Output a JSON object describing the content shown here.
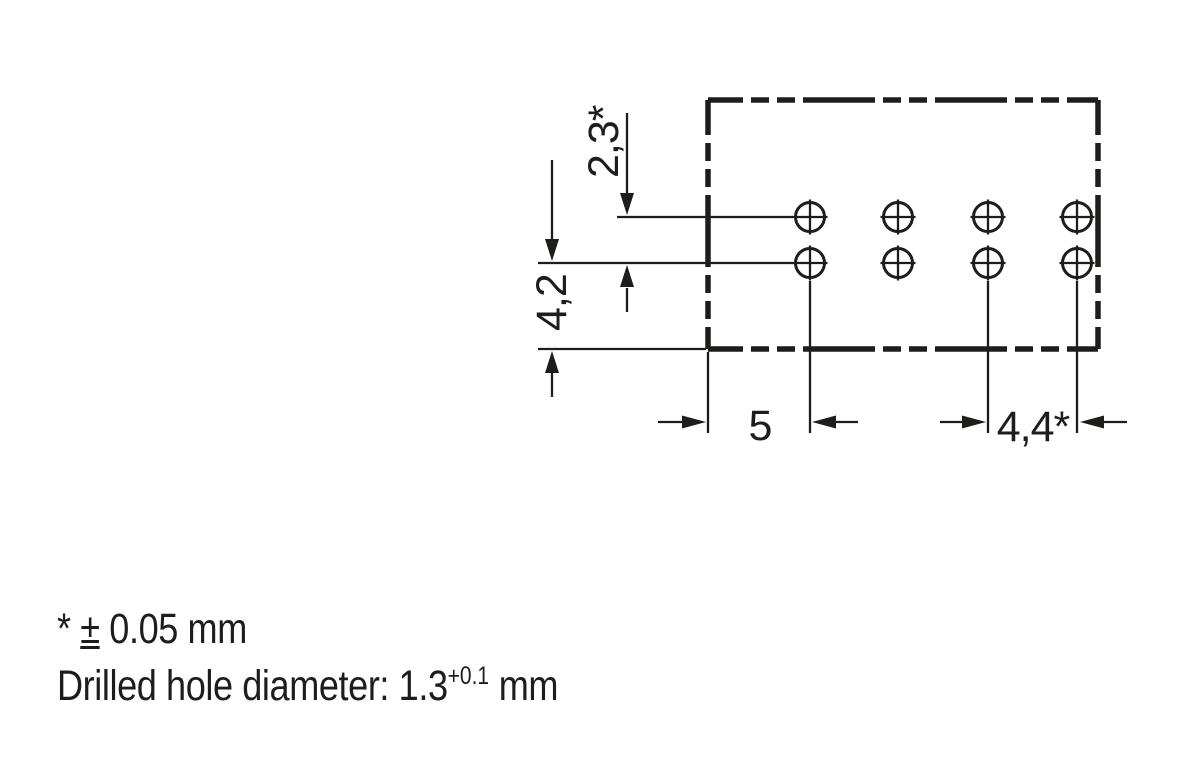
{
  "diagram": {
    "dimensions": {
      "row_offset_top": "2,3*",
      "rows_to_bottom_edge": "4,2",
      "edge_to_first_column": "5",
      "column_pitch": "4,4*"
    },
    "holes": {
      "rows": 2,
      "columns": 4,
      "total": 8
    },
    "notes": {
      "tolerance_prefix": "* ",
      "tolerance_pm": "±",
      "tolerance_suffix": " 0.05 mm",
      "hole_diameter_prefix": "Drilled hole diameter: 1.3",
      "hole_diameter_superscript": "+0.1",
      "hole_diameter_suffix": " mm"
    },
    "colors": {
      "ink": "#1d1d1b",
      "background": "#ffffff"
    }
  }
}
